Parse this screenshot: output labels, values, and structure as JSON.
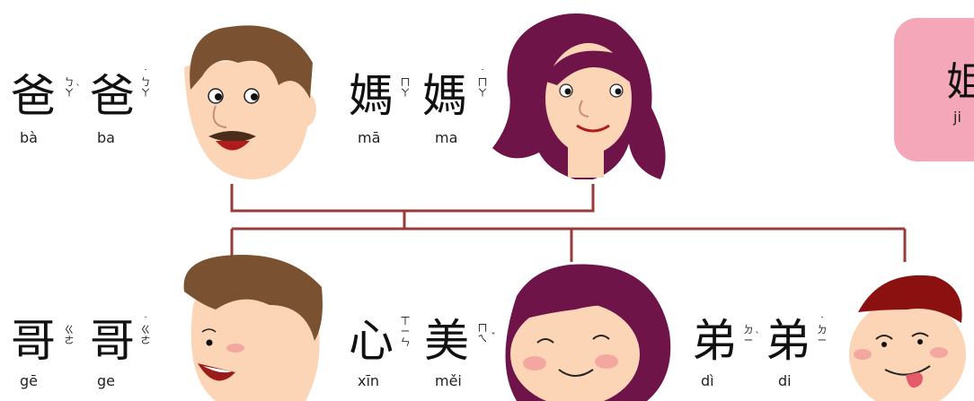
{
  "family": {
    "dad": {
      "hanzi1": "爸",
      "hanzi2": "爸",
      "zhuyin1": "ㄅㄚ",
      "tone1": "ˋ",
      "zhuyin2": "ㄅㄚ",
      "tone2": "˙",
      "pinyin1": "bà",
      "pinyin2": "ba"
    },
    "mom": {
      "hanzi1": "媽",
      "hanzi2": "媽",
      "zhuyin1": "ㄇㄚ",
      "tone1": "",
      "zhuyin2": "ㄇㄚ",
      "tone2": "˙",
      "pinyin1": "mā",
      "pinyin2": "ma"
    },
    "brother": {
      "hanzi1": "哥",
      "hanzi2": "哥",
      "zhuyin1": "ㄍㄜ",
      "tone1": "",
      "zhuyin2": "ㄍㄜ",
      "tone2": "˙",
      "pinyin1": "gē",
      "pinyin2": "ge"
    },
    "sister": {
      "hanzi1": "心",
      "hanzi2": "美",
      "zhuyin1": "ㄒㄧㄣ",
      "tone1": "",
      "zhuyin2": "ㄇㄟ",
      "tone2": "ˇ",
      "pinyin1": "xīn",
      "pinyin2": "měi"
    },
    "younger": {
      "hanzi1": "弟",
      "hanzi2": "弟",
      "zhuyin1": "ㄉㄧ",
      "tone1": "ˋ",
      "zhuyin2": "ㄉㄧ",
      "tone2": "˙",
      "pinyin1": "dì",
      "pinyin2": "di"
    },
    "card": {
      "hanzi": "姐",
      "pinyin": "ji"
    }
  },
  "colors": {
    "tree_line": "#9a3b3b",
    "skin": "#fbd5b5",
    "brown_hair": "#7a5232",
    "purple_hair": "#6e1449",
    "card": "#f4a7b9"
  }
}
